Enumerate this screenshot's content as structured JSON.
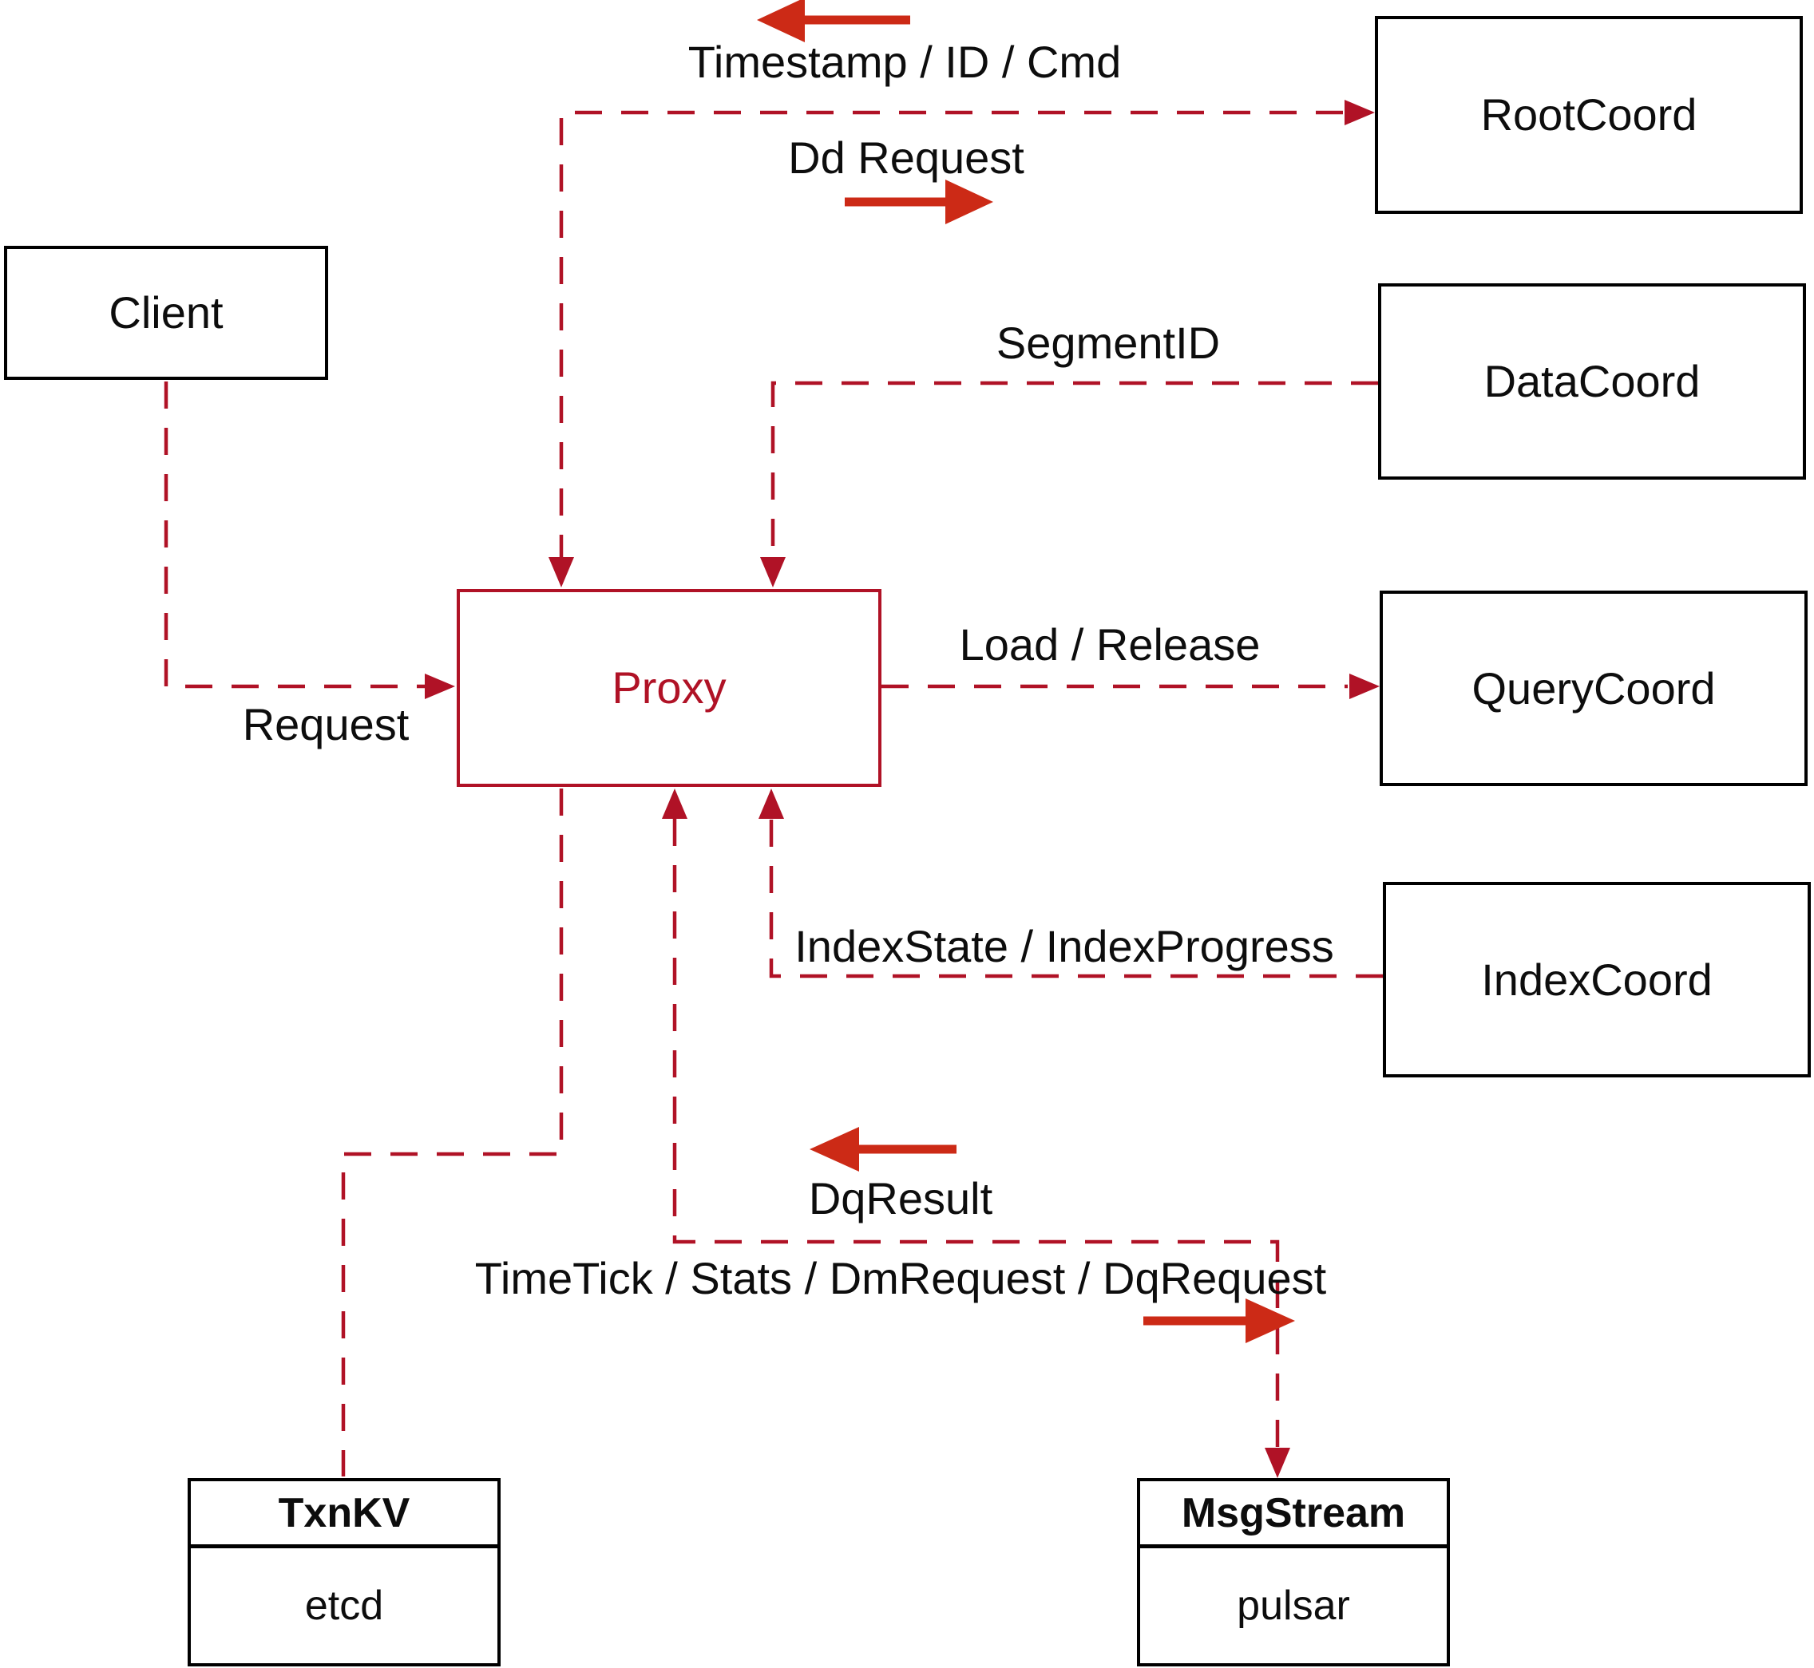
{
  "nodes": {
    "client": {
      "label": "Client"
    },
    "proxy": {
      "label": "Proxy"
    },
    "root_coord": {
      "label": "RootCoord"
    },
    "data_coord": {
      "label": "DataCoord"
    },
    "query_coord": {
      "label": "QueryCoord"
    },
    "index_coord": {
      "label": "IndexCoord"
    },
    "txn_kv": {
      "title": "TxnKV",
      "impl": "etcd"
    },
    "msg_stream": {
      "title": "MsgStream",
      "impl": "pulsar"
    }
  },
  "edges": {
    "client_to_proxy": {
      "label": "Request"
    },
    "root_to_proxy": {
      "label": "Timestamp / ID / Cmd"
    },
    "proxy_to_root": {
      "label": "Dd Request"
    },
    "data_to_proxy": {
      "label": "SegmentID"
    },
    "proxy_to_query": {
      "label": "Load / Release"
    },
    "index_to_proxy": {
      "label": "IndexState / IndexProgress"
    },
    "msg_to_proxy": {
      "label": "DqResult"
    },
    "proxy_to_msg": {
      "label": "TimeTick / Stats / DmRequest / DqRequest"
    }
  },
  "colors": {
    "dashed_line": "#b01226",
    "solid_arrow": "#cc2a16",
    "box_border": "#000000",
    "proxy_accent": "#b01226",
    "text": "#0d0d0d",
    "background": "#ffffff"
  }
}
